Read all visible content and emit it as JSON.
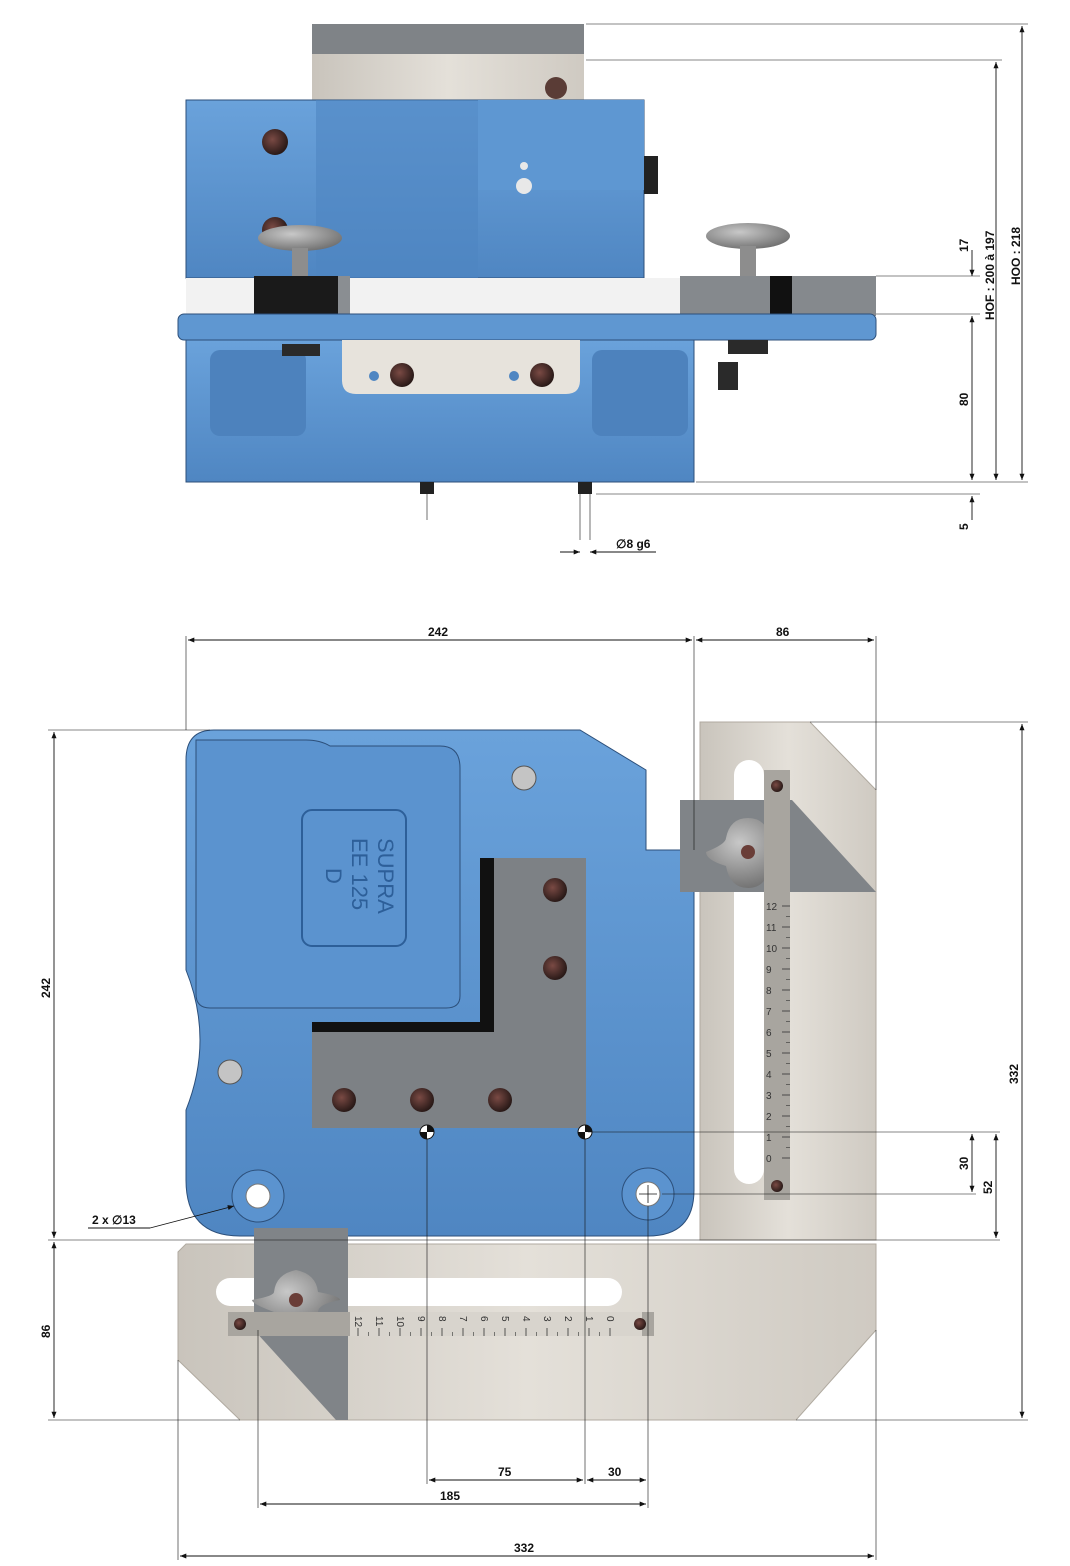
{
  "colors": {
    "blue_body": "#5b93cf",
    "blue_dark": "#3c6fa8",
    "steel": "#d9d4cc",
    "grey_block": "#7d8185",
    "black": "#111111"
  },
  "front_view": {
    "dim_17": "17",
    "dim_hof": "HOF : 200 à 197",
    "dim_hoo": "HOO : 218",
    "dim_80": "80",
    "dim_5": "5",
    "dim_pin": "∅8 g6"
  },
  "top_view": {
    "plate_label": {
      "line1": "SUPRA",
      "line2": "EE 125",
      "line3": "D"
    },
    "dim_top_242": "242",
    "dim_top_86": "86",
    "dim_left_242": "242",
    "dim_left_86": "86",
    "dim_right_332": "332",
    "dim_30_vert": "30",
    "dim_52": "52",
    "dim_holes": "2 x ∅13",
    "dim_75": "75",
    "dim_30_horiz": "30",
    "dim_185": "185",
    "dim_bottom_332": "332"
  },
  "scale_vertical": [
    "12",
    "11",
    "10",
    "9",
    "8",
    "7",
    "6",
    "5",
    "4",
    "3",
    "2",
    "1",
    "0"
  ],
  "scale_horizontal": [
    "12",
    "11",
    "10",
    "9",
    "8",
    "7",
    "6",
    "5",
    "4",
    "3",
    "2",
    "1",
    "0"
  ]
}
